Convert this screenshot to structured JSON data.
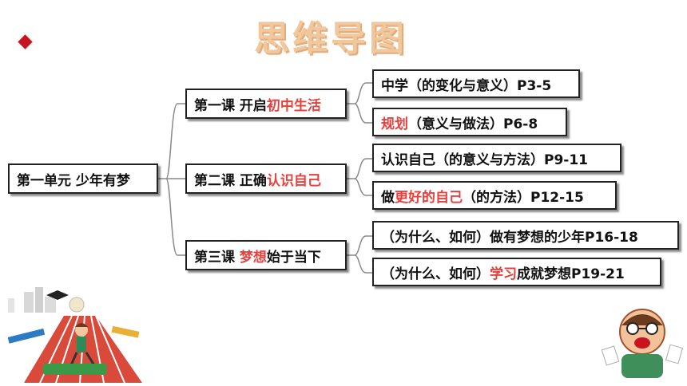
{
  "title": "思维导图",
  "root": {
    "label": "第一单元 少年有梦"
  },
  "lessons": [
    {
      "parts": [
        {
          "text": "第一课 开启"
        },
        {
          "text": "初中生活",
          "hl": true
        }
      ],
      "topics": [
        [
          {
            "text": "中学（的变化与意义）P3-5"
          }
        ],
        [
          {
            "text": "规划",
            "hl": true
          },
          {
            "text": "（意义与做法）P6-8"
          }
        ]
      ]
    },
    {
      "parts": [
        {
          "text": "第二课 正确"
        },
        {
          "text": "认识自己",
          "hl": true
        }
      ],
      "topics": [
        [
          {
            "text": "认识自己（的意义与方法）P9-11"
          }
        ],
        [
          {
            "text": "做"
          },
          {
            "text": "更好的自己",
            "hl": true
          },
          {
            "text": "（的方法）P12-15"
          }
        ]
      ]
    },
    {
      "parts": [
        {
          "text": "第三课 "
        },
        {
          "text": "梦想",
          "hl": true
        },
        {
          "text": "始于当下"
        }
      ],
      "topics": [
        [
          {
            "text": "（为什么、如何）做有梦想的少年P16-18"
          }
        ],
        [
          {
            "text": "（为什么、如何）"
          },
          {
            "text": "学习",
            "hl": true
          },
          {
            "text": "成就梦想P19-21"
          }
        ]
      ]
    }
  ],
  "colors": {
    "highlight": "#e8403c",
    "title": "#f0c89e",
    "bullet": "#c8141e",
    "line": "#8a8a8a"
  },
  "icons": [
    "bullet-diamond-icon",
    "student-runner-illustration",
    "shouting-teacher-illustration"
  ]
}
